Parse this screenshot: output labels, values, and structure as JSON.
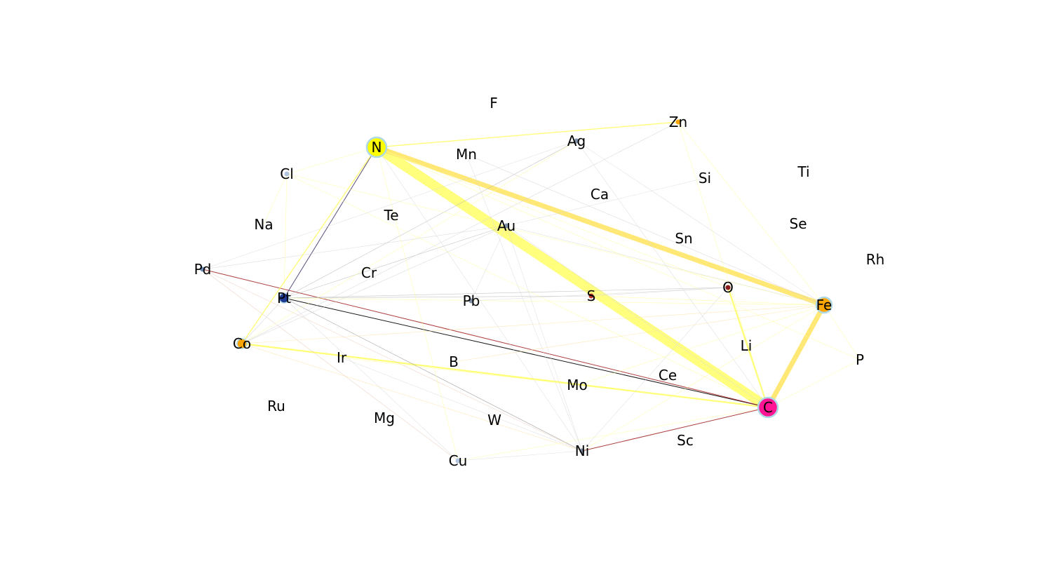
{
  "graph": {
    "nodes": [
      {
        "id": "N",
        "label": "N",
        "color": "#ffff00",
        "size": "large"
      },
      {
        "id": "C",
        "label": "C",
        "color": "#ff1493",
        "size": "large"
      },
      {
        "id": "Fe",
        "label": "Fe",
        "color": "#ffa500",
        "size": "medium"
      },
      {
        "id": "Co",
        "label": "Co",
        "color": "#ffa500",
        "size": "small"
      },
      {
        "id": "S",
        "label": "S",
        "color": "#c0392b",
        "size": "tiny"
      },
      {
        "id": "O",
        "label": "O",
        "color": "#8b1a1a",
        "size": "tiny"
      },
      {
        "id": "Pt",
        "label": "Pt",
        "color": "#1f3a93",
        "size": "small"
      },
      {
        "id": "Pd",
        "label": "Pd",
        "color": "#6f8fb8",
        "size": "tiny"
      },
      {
        "id": "Ag",
        "label": "Ag",
        "color": "#7f8fa6",
        "size": "tiny"
      },
      {
        "id": "Au",
        "label": "Au",
        "color": "#7f8fa6",
        "size": "tiny"
      },
      {
        "id": "Ni",
        "label": "Ni",
        "color": "#7f8fa6",
        "size": "tiny"
      },
      {
        "id": "Pb",
        "label": "Pb",
        "color": "#7f8fa6",
        "size": "tiny"
      },
      {
        "id": "Zn",
        "label": "Zn",
        "color": "#ffa500",
        "size": "tiny"
      },
      {
        "id": "Cl",
        "label": "Cl",
        "color": "#b0c4de",
        "size": "tiny"
      },
      {
        "id": "Cu",
        "label": "Cu",
        "color": "#b0c4de",
        "size": "tiny"
      },
      {
        "id": "F",
        "label": "F",
        "color": "none",
        "size": "none"
      },
      {
        "id": "Mn",
        "label": "Mn",
        "color": "none",
        "size": "none"
      },
      {
        "id": "Si",
        "label": "Si",
        "color": "none",
        "size": "none"
      },
      {
        "id": "Ti",
        "label": "Ti",
        "color": "none",
        "size": "none"
      },
      {
        "id": "Ca",
        "label": "Ca",
        "color": "none",
        "size": "none"
      },
      {
        "id": "Na",
        "label": "Na",
        "color": "none",
        "size": "none"
      },
      {
        "id": "Te",
        "label": "Te",
        "color": "none",
        "size": "none"
      },
      {
        "id": "Se",
        "label": "Se",
        "color": "none",
        "size": "none"
      },
      {
        "id": "Sn",
        "label": "Sn",
        "color": "none",
        "size": "none"
      },
      {
        "id": "Rh",
        "label": "Rh",
        "color": "none",
        "size": "none"
      },
      {
        "id": "Cr",
        "label": "Cr",
        "color": "none",
        "size": "none"
      },
      {
        "id": "Li",
        "label": "Li",
        "color": "none",
        "size": "none"
      },
      {
        "id": "P",
        "label": "P",
        "color": "none",
        "size": "none"
      },
      {
        "id": "Ir",
        "label": "Ir",
        "color": "none",
        "size": "none"
      },
      {
        "id": "B",
        "label": "B",
        "color": "none",
        "size": "none"
      },
      {
        "id": "Ce",
        "label": "Ce",
        "color": "none",
        "size": "none"
      },
      {
        "id": "Mo",
        "label": "Mo",
        "color": "none",
        "size": "none"
      },
      {
        "id": "Ru",
        "label": "Ru",
        "color": "none",
        "size": "none"
      },
      {
        "id": "Mg",
        "label": "Mg",
        "color": "none",
        "size": "none"
      },
      {
        "id": "W",
        "label": "W",
        "color": "none",
        "size": "none"
      },
      {
        "id": "Sc",
        "label": "Sc",
        "color": "none",
        "size": "none"
      }
    ],
    "edges": [
      {
        "source": "N",
        "target": "C",
        "color": "#ffff66",
        "weight": "heavy"
      },
      {
        "source": "N",
        "target": "Fe",
        "color": "#ffe566",
        "weight": "strong"
      },
      {
        "source": "Fe",
        "target": "C",
        "color": "#ffe566",
        "weight": "strong"
      },
      {
        "source": "Co",
        "target": "C",
        "color": "#ffff66",
        "weight": "medium"
      },
      {
        "source": "O",
        "target": "C",
        "color": "#ffff66",
        "weight": "medium"
      },
      {
        "source": "Pt",
        "target": "C",
        "color": "#000000",
        "weight": "thin"
      },
      {
        "source": "Pd",
        "target": "C",
        "color": "#a52a2a",
        "weight": "thin"
      },
      {
        "source": "Ni",
        "target": "C",
        "color": "#a52a2a",
        "weight": "thin"
      },
      {
        "source": "N",
        "target": "Pt",
        "color": "#4b3b6b",
        "weight": "thin"
      },
      {
        "source": "N",
        "target": "Co",
        "color": "#ffff66",
        "weight": "light"
      },
      {
        "source": "N",
        "target": "Zn",
        "color": "#ffff66",
        "weight": "light"
      },
      {
        "source": "Pt",
        "target": "S",
        "color": "#b0b0b0",
        "weight": "faint"
      },
      {
        "source": "Pt",
        "target": "O",
        "color": "#b0b0b0",
        "weight": "faint"
      },
      {
        "source": "Pt",
        "target": "Ni",
        "color": "#888888",
        "weight": "faint"
      },
      {
        "source": "Pt",
        "target": "Au",
        "color": "#b0b0b0",
        "weight": "faint"
      },
      {
        "source": "Pt",
        "target": "Ag",
        "color": "#b0b0b0",
        "weight": "faint"
      },
      {
        "source": "Pt",
        "target": "Fe",
        "color": "#ffff99",
        "weight": "faint"
      },
      {
        "source": "Pd",
        "target": "Ni",
        "color": "#e8c8b8",
        "weight": "faint"
      },
      {
        "source": "Pd",
        "target": "Au",
        "color": "#d0d0d0",
        "weight": "faint"
      },
      {
        "source": "Pd",
        "target": "Cu",
        "color": "#e8c8b8",
        "weight": "faint"
      },
      {
        "source": "Co",
        "target": "Fe",
        "color": "#ffe0a0",
        "weight": "faint"
      },
      {
        "source": "Co",
        "target": "Ni",
        "color": "#ffe0a0",
        "weight": "faint"
      },
      {
        "source": "Co",
        "target": "Pt",
        "color": "#d0d0d0",
        "weight": "faint"
      },
      {
        "source": "Co",
        "target": "Au",
        "color": "#d0d0d0",
        "weight": "faint"
      },
      {
        "source": "Zn",
        "target": "C",
        "color": "#ffff99",
        "weight": "faint"
      },
      {
        "source": "Zn",
        "target": "Co",
        "color": "#d0d0d0",
        "weight": "faint"
      },
      {
        "source": "N",
        "target": "O",
        "color": "#ffff99",
        "weight": "faint"
      },
      {
        "source": "N",
        "target": "Cu",
        "color": "#ffff99",
        "weight": "faint"
      },
      {
        "source": "N",
        "target": "Ni",
        "color": "#d8d8d8",
        "weight": "faint"
      },
      {
        "source": "N",
        "target": "Cl",
        "color": "#ffff99",
        "weight": "faint"
      },
      {
        "source": "N",
        "target": "P",
        "color": "#ffff99",
        "weight": "faint"
      },
      {
        "source": "S",
        "target": "Fe",
        "color": "#ffff99",
        "weight": "faint"
      },
      {
        "source": "S",
        "target": "O",
        "color": "#d0d0d0",
        "weight": "faint"
      },
      {
        "source": "Cl",
        "target": "Fe",
        "color": "#ffff99",
        "weight": "faint"
      },
      {
        "source": "Cl",
        "target": "C",
        "color": "#ffff99",
        "weight": "faint"
      },
      {
        "source": "Cl",
        "target": "Pt",
        "color": "#ffff99",
        "weight": "faint"
      },
      {
        "source": "Ag",
        "target": "Fe",
        "color": "#d8d8d8",
        "weight": "faint"
      },
      {
        "source": "Ag",
        "target": "C",
        "color": "#d8d8d8",
        "weight": "faint"
      },
      {
        "source": "Au",
        "target": "Ni",
        "color": "#d8d8d8",
        "weight": "faint"
      },
      {
        "source": "Au",
        "target": "C",
        "color": "#d8d8d8",
        "weight": "faint"
      },
      {
        "source": "Au",
        "target": "Fe",
        "color": "#d8d8d8",
        "weight": "faint"
      },
      {
        "source": "Au",
        "target": "Si",
        "color": "#d8d8d8",
        "weight": "faint"
      },
      {
        "source": "Au",
        "target": "Pb",
        "color": "#d8d8d8",
        "weight": "faint"
      },
      {
        "source": "Cu",
        "target": "Ni",
        "color": "#d8d8d8",
        "weight": "faint"
      },
      {
        "source": "Cu",
        "target": "C",
        "color": "#ffff99",
        "weight": "faint"
      },
      {
        "source": "Cu",
        "target": "Pt",
        "color": "#d8d8d8",
        "weight": "faint"
      },
      {
        "source": "Ni",
        "target": "Ir",
        "color": "#d8d8d8",
        "weight": "faint"
      },
      {
        "source": "Ni",
        "target": "Mn",
        "color": "#d8d8d8",
        "weight": "faint"
      },
      {
        "source": "Ni",
        "target": "O",
        "color": "#d8d8d8",
        "weight": "faint"
      },
      {
        "source": "Ni",
        "target": "Fe",
        "color": "#ffff99",
        "weight": "faint"
      },
      {
        "source": "Fe",
        "target": "P",
        "color": "#ffff99",
        "weight": "faint"
      },
      {
        "source": "C",
        "target": "P",
        "color": "#ffff99",
        "weight": "faint"
      },
      {
        "source": "Fe",
        "target": "Mn",
        "color": "#d8c8d8",
        "weight": "faint"
      },
      {
        "source": "Fe",
        "target": "Zn",
        "color": "#ffff99",
        "weight": "faint"
      },
      {
        "source": "B",
        "target": "Fe",
        "color": "#ffe0a0",
        "weight": "faint"
      },
      {
        "source": "Mo",
        "target": "Fe",
        "color": "#ffff99",
        "weight": "faint"
      },
      {
        "source": "Pb",
        "target": "O",
        "color": "#d8d8d8",
        "weight": "faint"
      },
      {
        "source": "Pd",
        "target": "Ag",
        "color": "#d8d8d8",
        "weight": "faint"
      },
      {
        "source": "Cl",
        "target": "Na",
        "color": "#ffff99",
        "weight": "faint"
      },
      {
        "source": "Co",
        "target": "Ag",
        "color": "#ffff99",
        "weight": "faint"
      },
      {
        "source": "Ir",
        "target": "C",
        "color": "#ffff99",
        "weight": "faint"
      }
    ]
  }
}
